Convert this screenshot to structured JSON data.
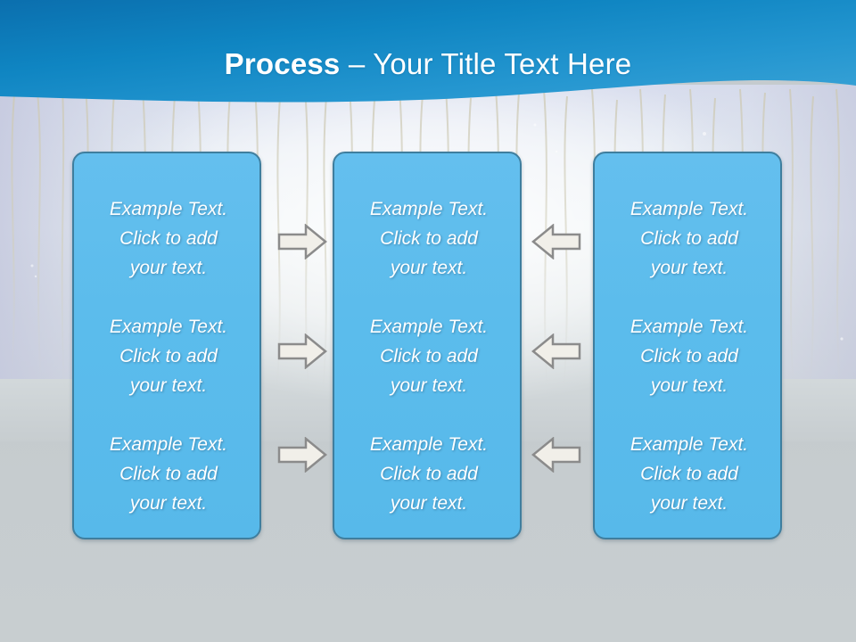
{
  "slide": {
    "title_strong": "Process",
    "title_separator": " – ",
    "title_light": "Your Title Text Here",
    "background_theme": "reeds-misty-field",
    "colors": {
      "header_blue_dark": "#0a74b4",
      "header_blue_light": "#2f9fd8",
      "box_fill": "#5ebeed",
      "box_border": "#3f7e9e",
      "box_text": "#ffffff",
      "arrow_fill": "#f1efe9",
      "arrow_border": "#8b8b8b",
      "field_background": "#e6ecf1",
      "lower_background": "#c6cccf"
    }
  },
  "columns": [
    {
      "name": "column-left",
      "rows": [
        {
          "line1": "Example Text.",
          "line2": "Click  to add",
          "line3": "your text."
        },
        {
          "line1": "Example Text.",
          "line2": "Click  to add",
          "line3": "your text."
        },
        {
          "line1": "Example Text.",
          "line2": "Click  to add",
          "line3": "your text."
        }
      ]
    },
    {
      "name": "column-middle",
      "rows": [
        {
          "line1": "Example Text.",
          "line2": "Click  to add",
          "line3": "your text."
        },
        {
          "line1": "Example Text.",
          "line2": "Click  to add",
          "line3": "your text."
        },
        {
          "line1": "Example Text.",
          "line2": "Click  to add",
          "line3": "your text."
        }
      ]
    },
    {
      "name": "column-right",
      "rows": [
        {
          "line1": "Example Text.",
          "line2": "Click  to add",
          "line3": "your text."
        },
        {
          "line1": "Example Text.",
          "line2": "Click  to add",
          "line3": "your text."
        },
        {
          "line1": "Example Text.",
          "line2": "Click  to add",
          "line3": "your text."
        }
      ]
    }
  ],
  "connectors": {
    "left_to_middle": [
      {
        "icon": "arrow-right-icon",
        "direction": "right"
      },
      {
        "icon": "arrow-right-icon",
        "direction": "right"
      },
      {
        "icon": "arrow-right-icon",
        "direction": "right"
      }
    ],
    "right_to_middle": [
      {
        "icon": "arrow-left-icon",
        "direction": "left"
      },
      {
        "icon": "arrow-left-icon",
        "direction": "left"
      },
      {
        "icon": "arrow-left-icon",
        "direction": "left"
      }
    ]
  }
}
